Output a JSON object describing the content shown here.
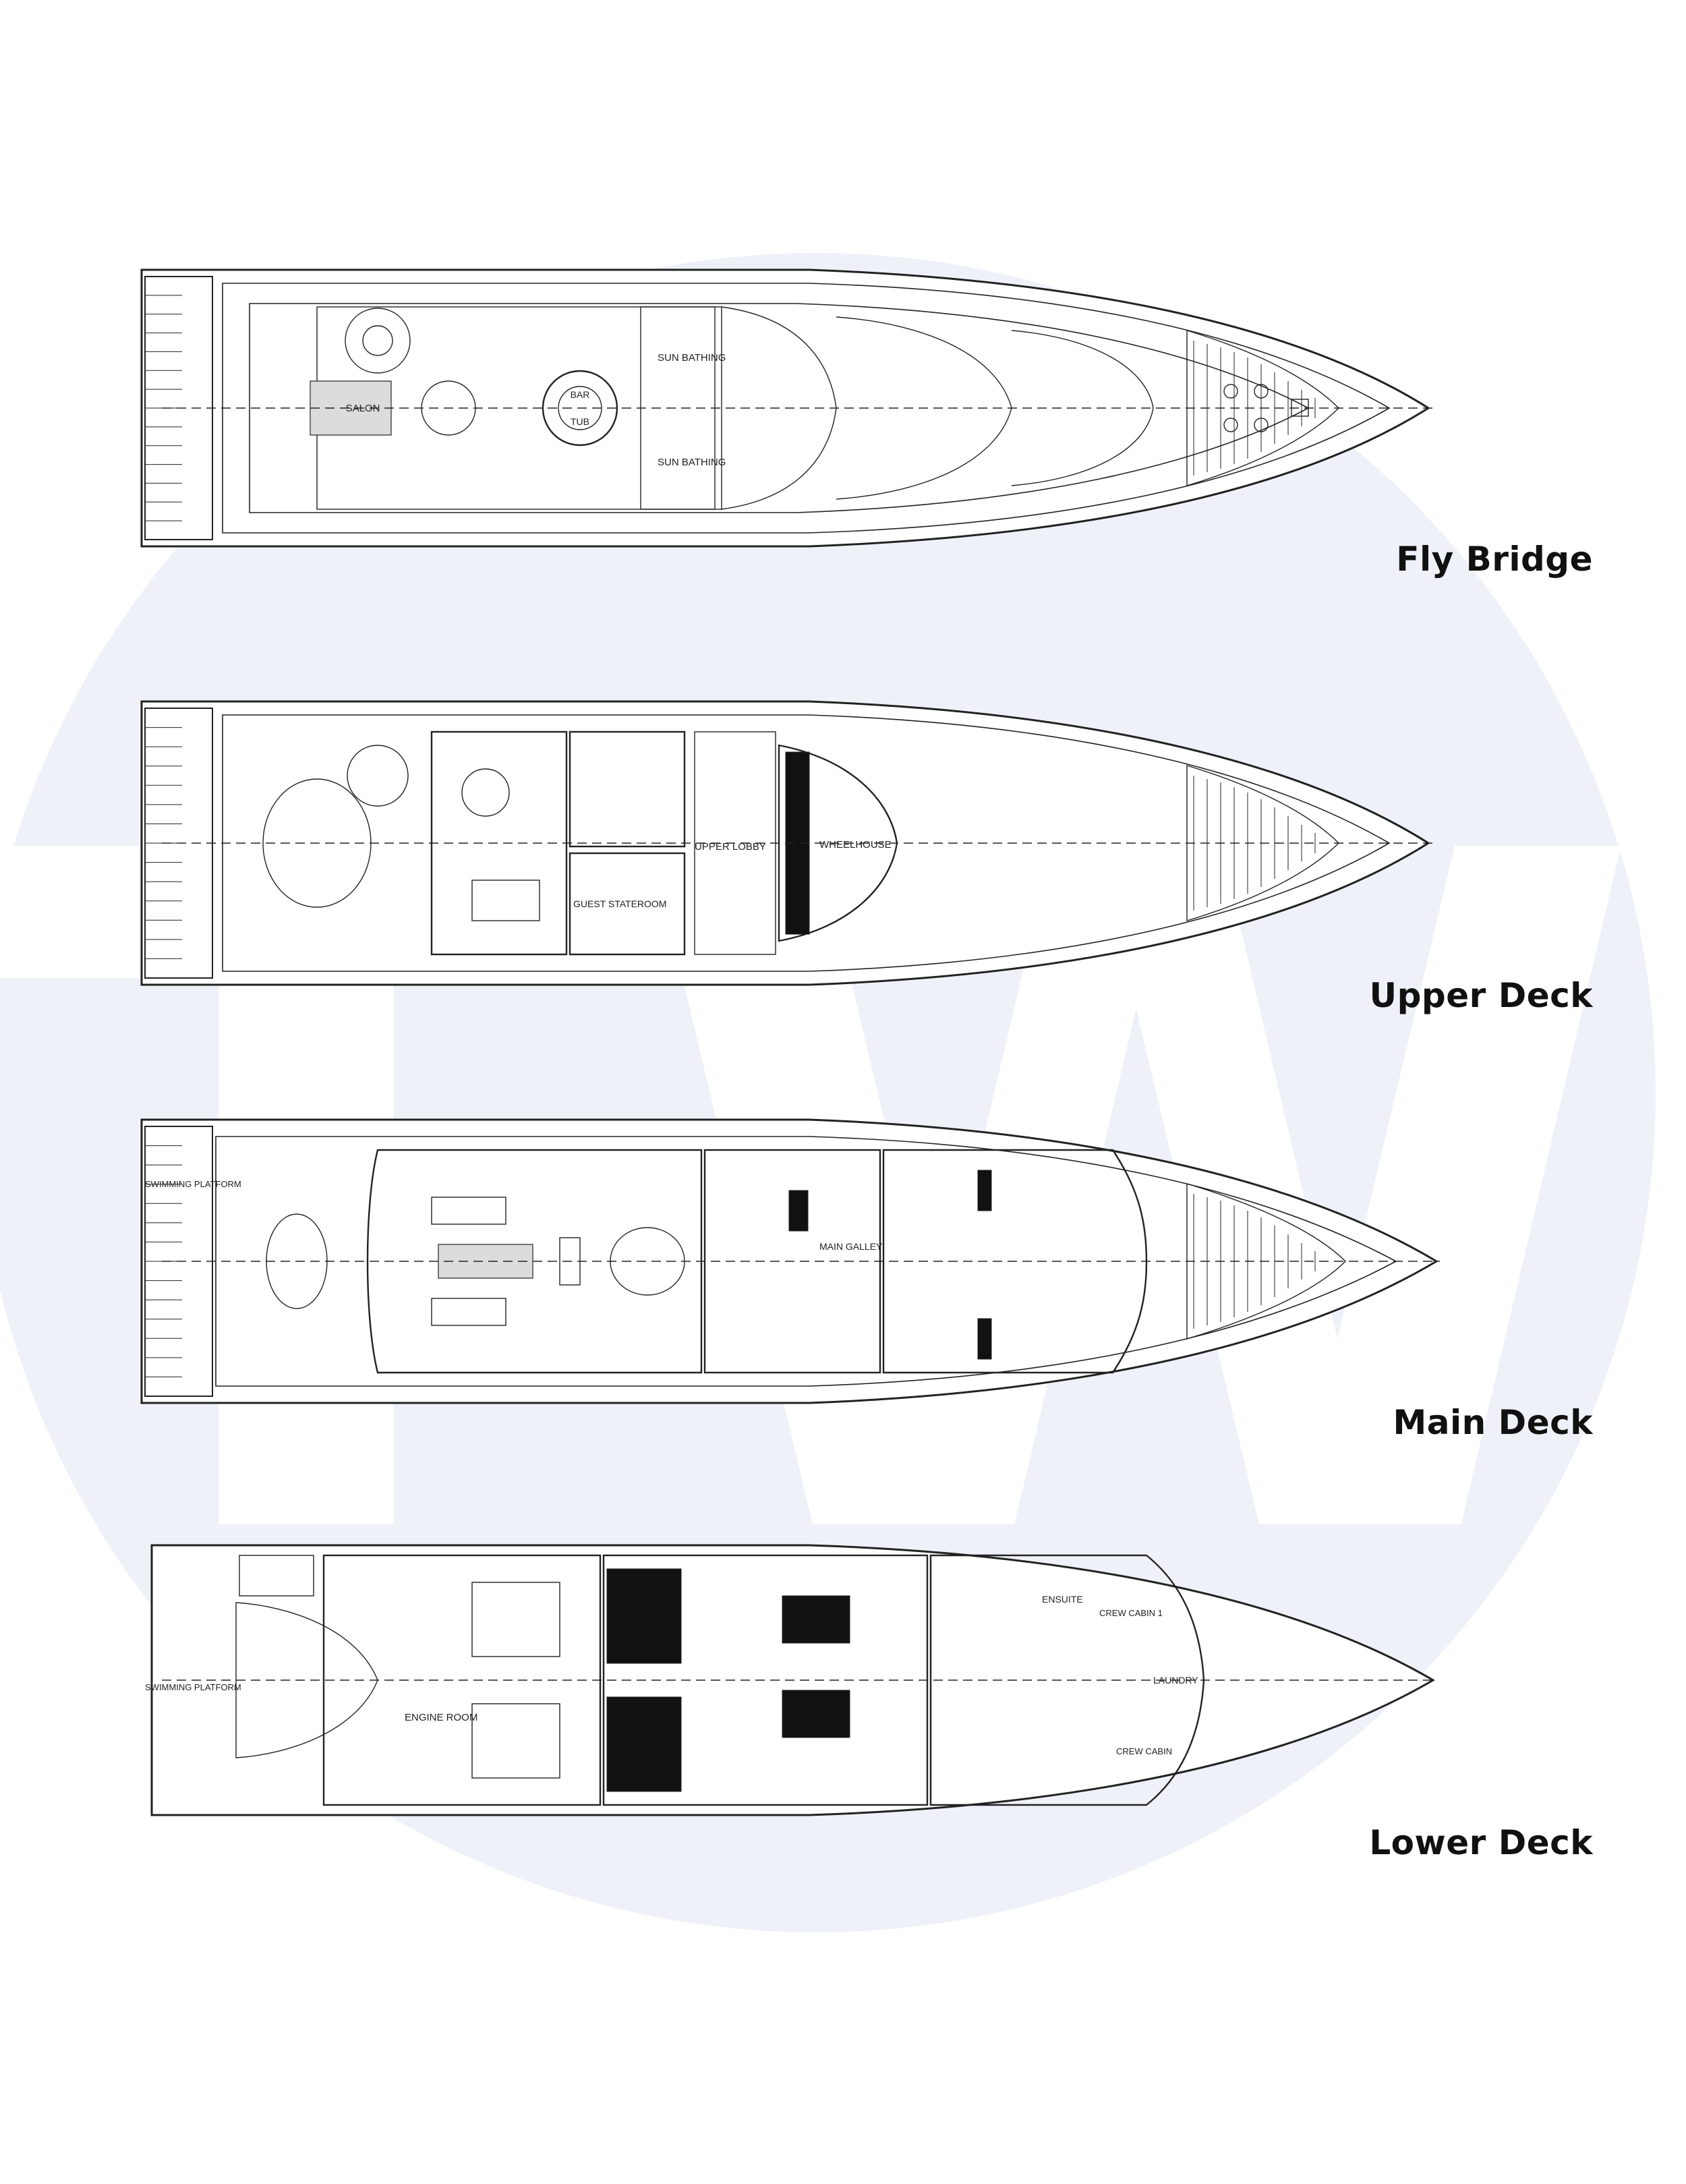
{
  "watermark": {
    "letters": "TW",
    "circle_color": "#eef2f8",
    "letter_color": "#ffffff"
  },
  "colors": {
    "line": "#222222",
    "fill_dark": "#111111",
    "hull_fill": "#ffffff"
  },
  "decks": [
    {
      "id": "fly-bridge",
      "caption": "Fly Bridge",
      "labels": {
        "salon": "SALON",
        "bar": "BAR",
        "tub": "TUB",
        "sun_1": "SUN BATHING",
        "sun_2": "SUN BATHING"
      }
    },
    {
      "id": "upper-deck",
      "caption": "Upper Deck",
      "labels": {
        "upper_lobby": "UPPER LOBBY",
        "guest_stateroom": "GUEST STATEROOM",
        "wheelhouse": "WHEELHOUSE"
      }
    },
    {
      "id": "main-deck",
      "caption": "Main Deck",
      "labels": {
        "swimming_platform": "SWIMMING PLATFORM",
        "main_galley": "MAIN GALLEY"
      }
    },
    {
      "id": "lower-deck",
      "caption": "Lower Deck",
      "labels": {
        "swimming_platform": "SWIMMING PLATFORM",
        "engine_room": "ENGINE ROOM",
        "ensuite": "ENSUITE",
        "crew_cabin_1": "CREW CABIN 1",
        "crew_cabin_2": "CREW CABIN",
        "laundry": "LAUNDRY"
      }
    }
  ]
}
